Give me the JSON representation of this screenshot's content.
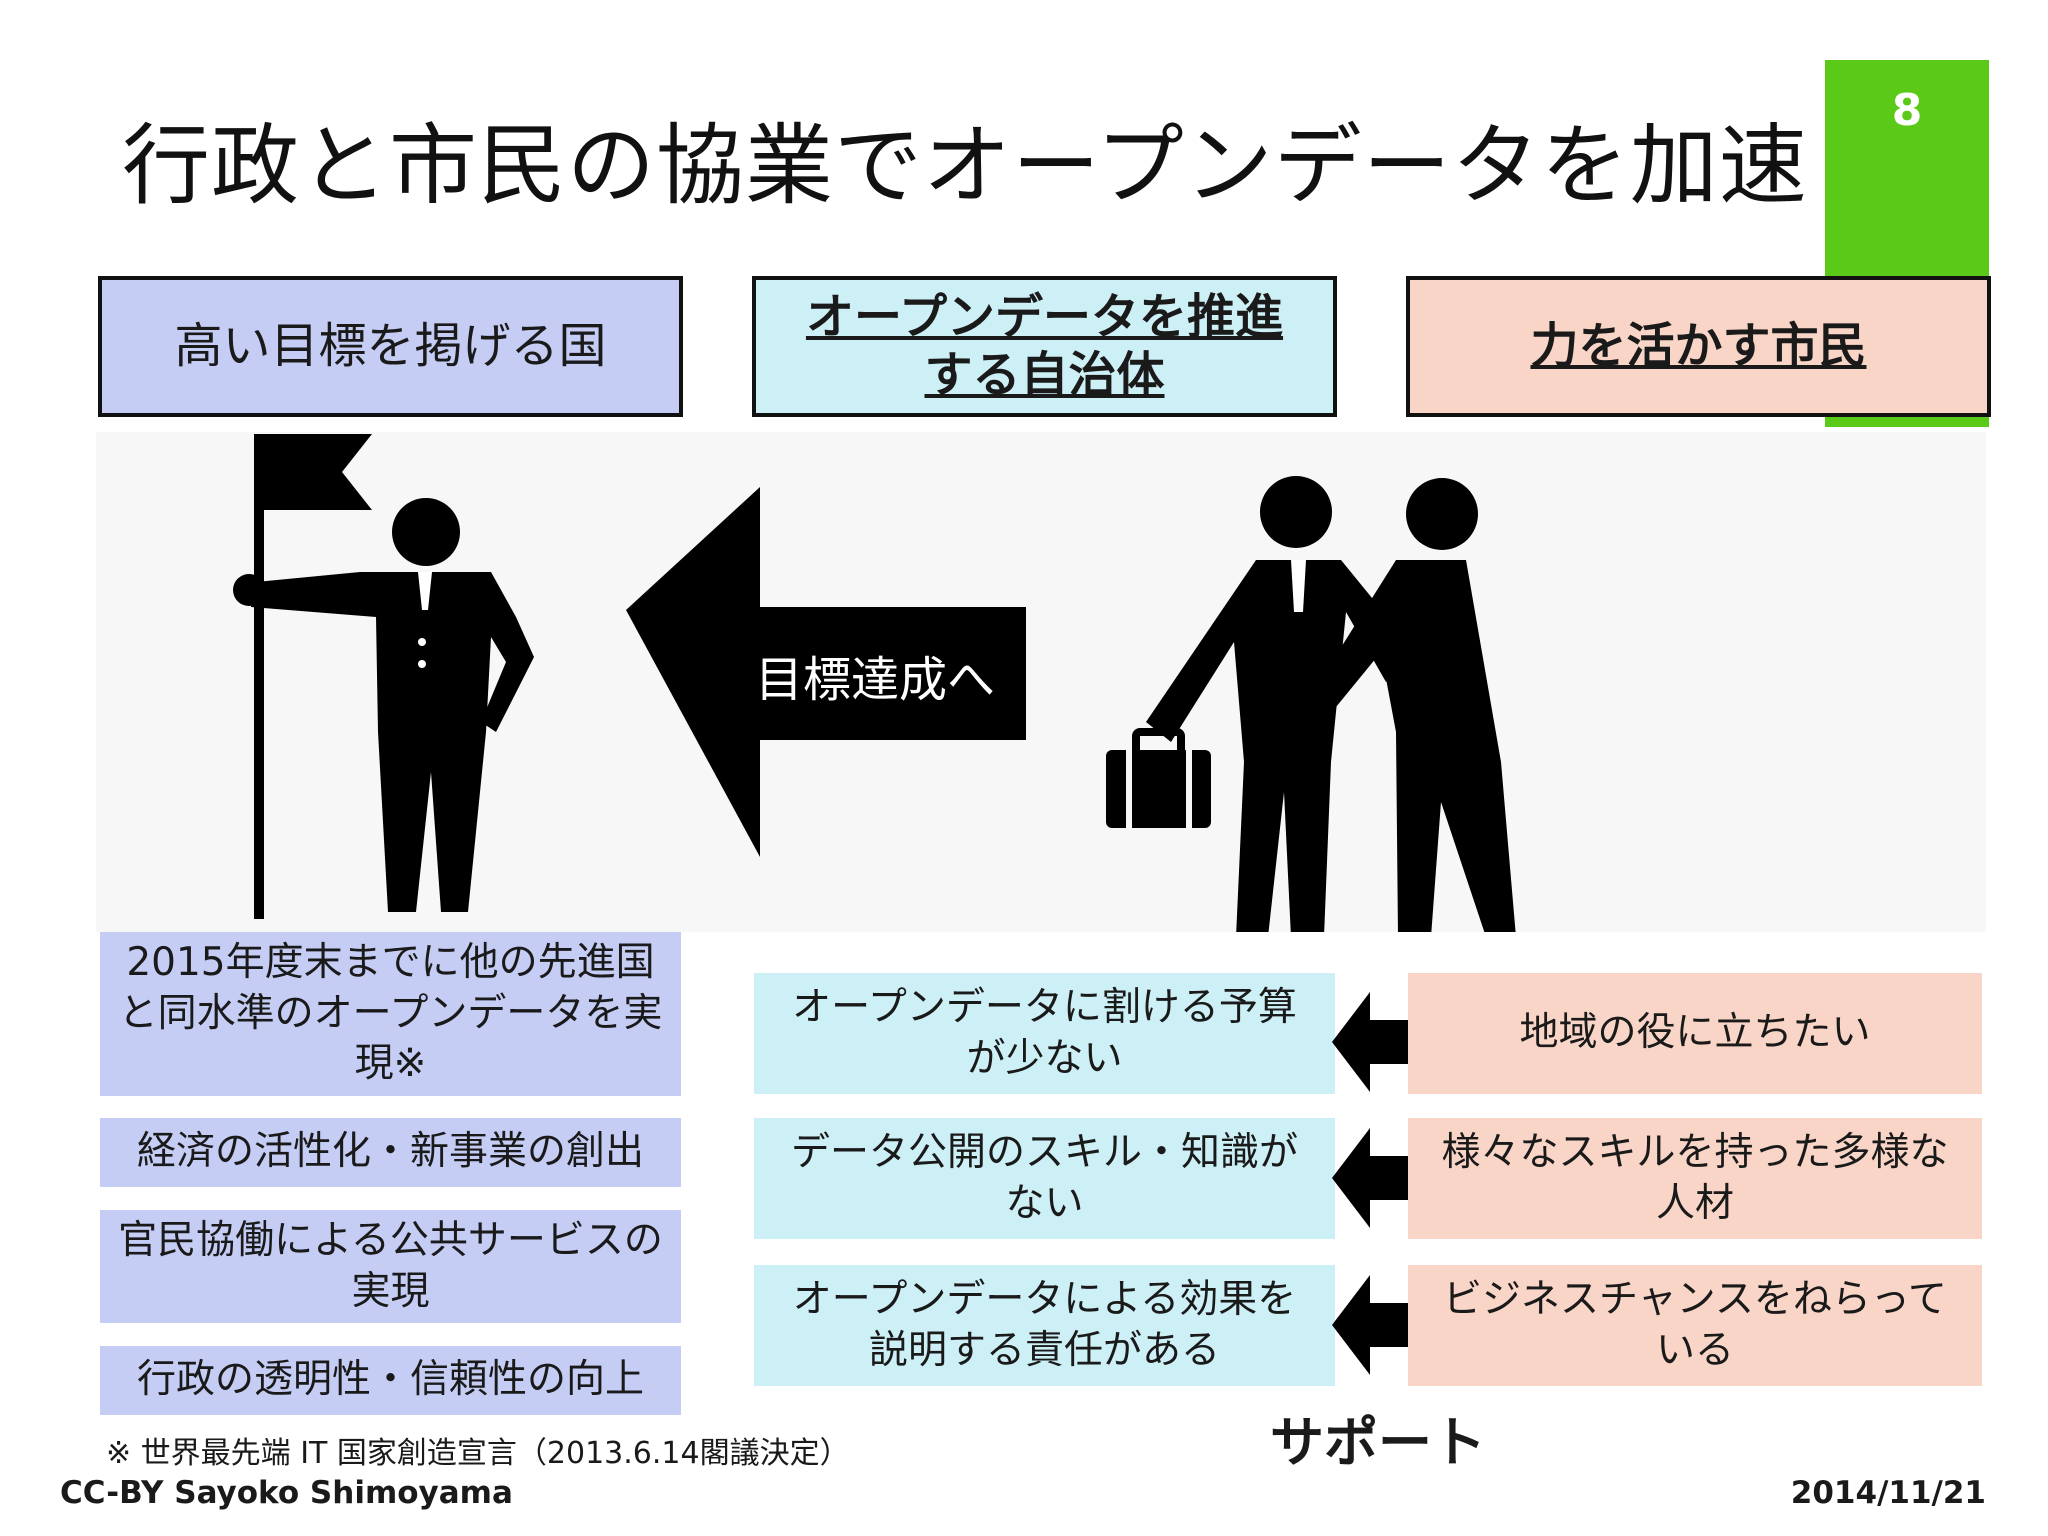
{
  "page_number": "8",
  "title": "行政と市民の協業でオープンデータを加速",
  "headers": {
    "country": "高い目標を掲げる国",
    "municipality": "オープンデータを推進する自治体",
    "citizens": "力を活かす市民"
  },
  "arrow_label": "目標達成へ",
  "country_goals": [
    "2015年度末までに他の先進国と同水準のオープンデータを実現※",
    "経済の活性化・新事業の創出",
    "官民協働による公共サービスの実現",
    "行政の透明性・信頼性の向上"
  ],
  "municipality_issues": [
    "オープンデータに割ける予算が少ない",
    "データ公開のスキル・知識がない",
    "オープンデータによる効果を説明する責任がある"
  ],
  "citizen_strengths": [
    "地域の役に立ちたい",
    "様々なスキルを持った多様な人材",
    "ビジネスチャンスをねらっている"
  ],
  "support_label": "サポート",
  "footnote": "※ 世界最先端 IT 国家創造宣言（2013.6.14閣議決定）",
  "credit": "CC-BY Sayoko Shimoyama",
  "date": "2014/11/21",
  "colors": {
    "accent_green": "#5ac918",
    "country_blue": "#c5cdf5",
    "municipality_cyan": "#cdeff6",
    "citizen_peach": "#f8d5c7"
  }
}
